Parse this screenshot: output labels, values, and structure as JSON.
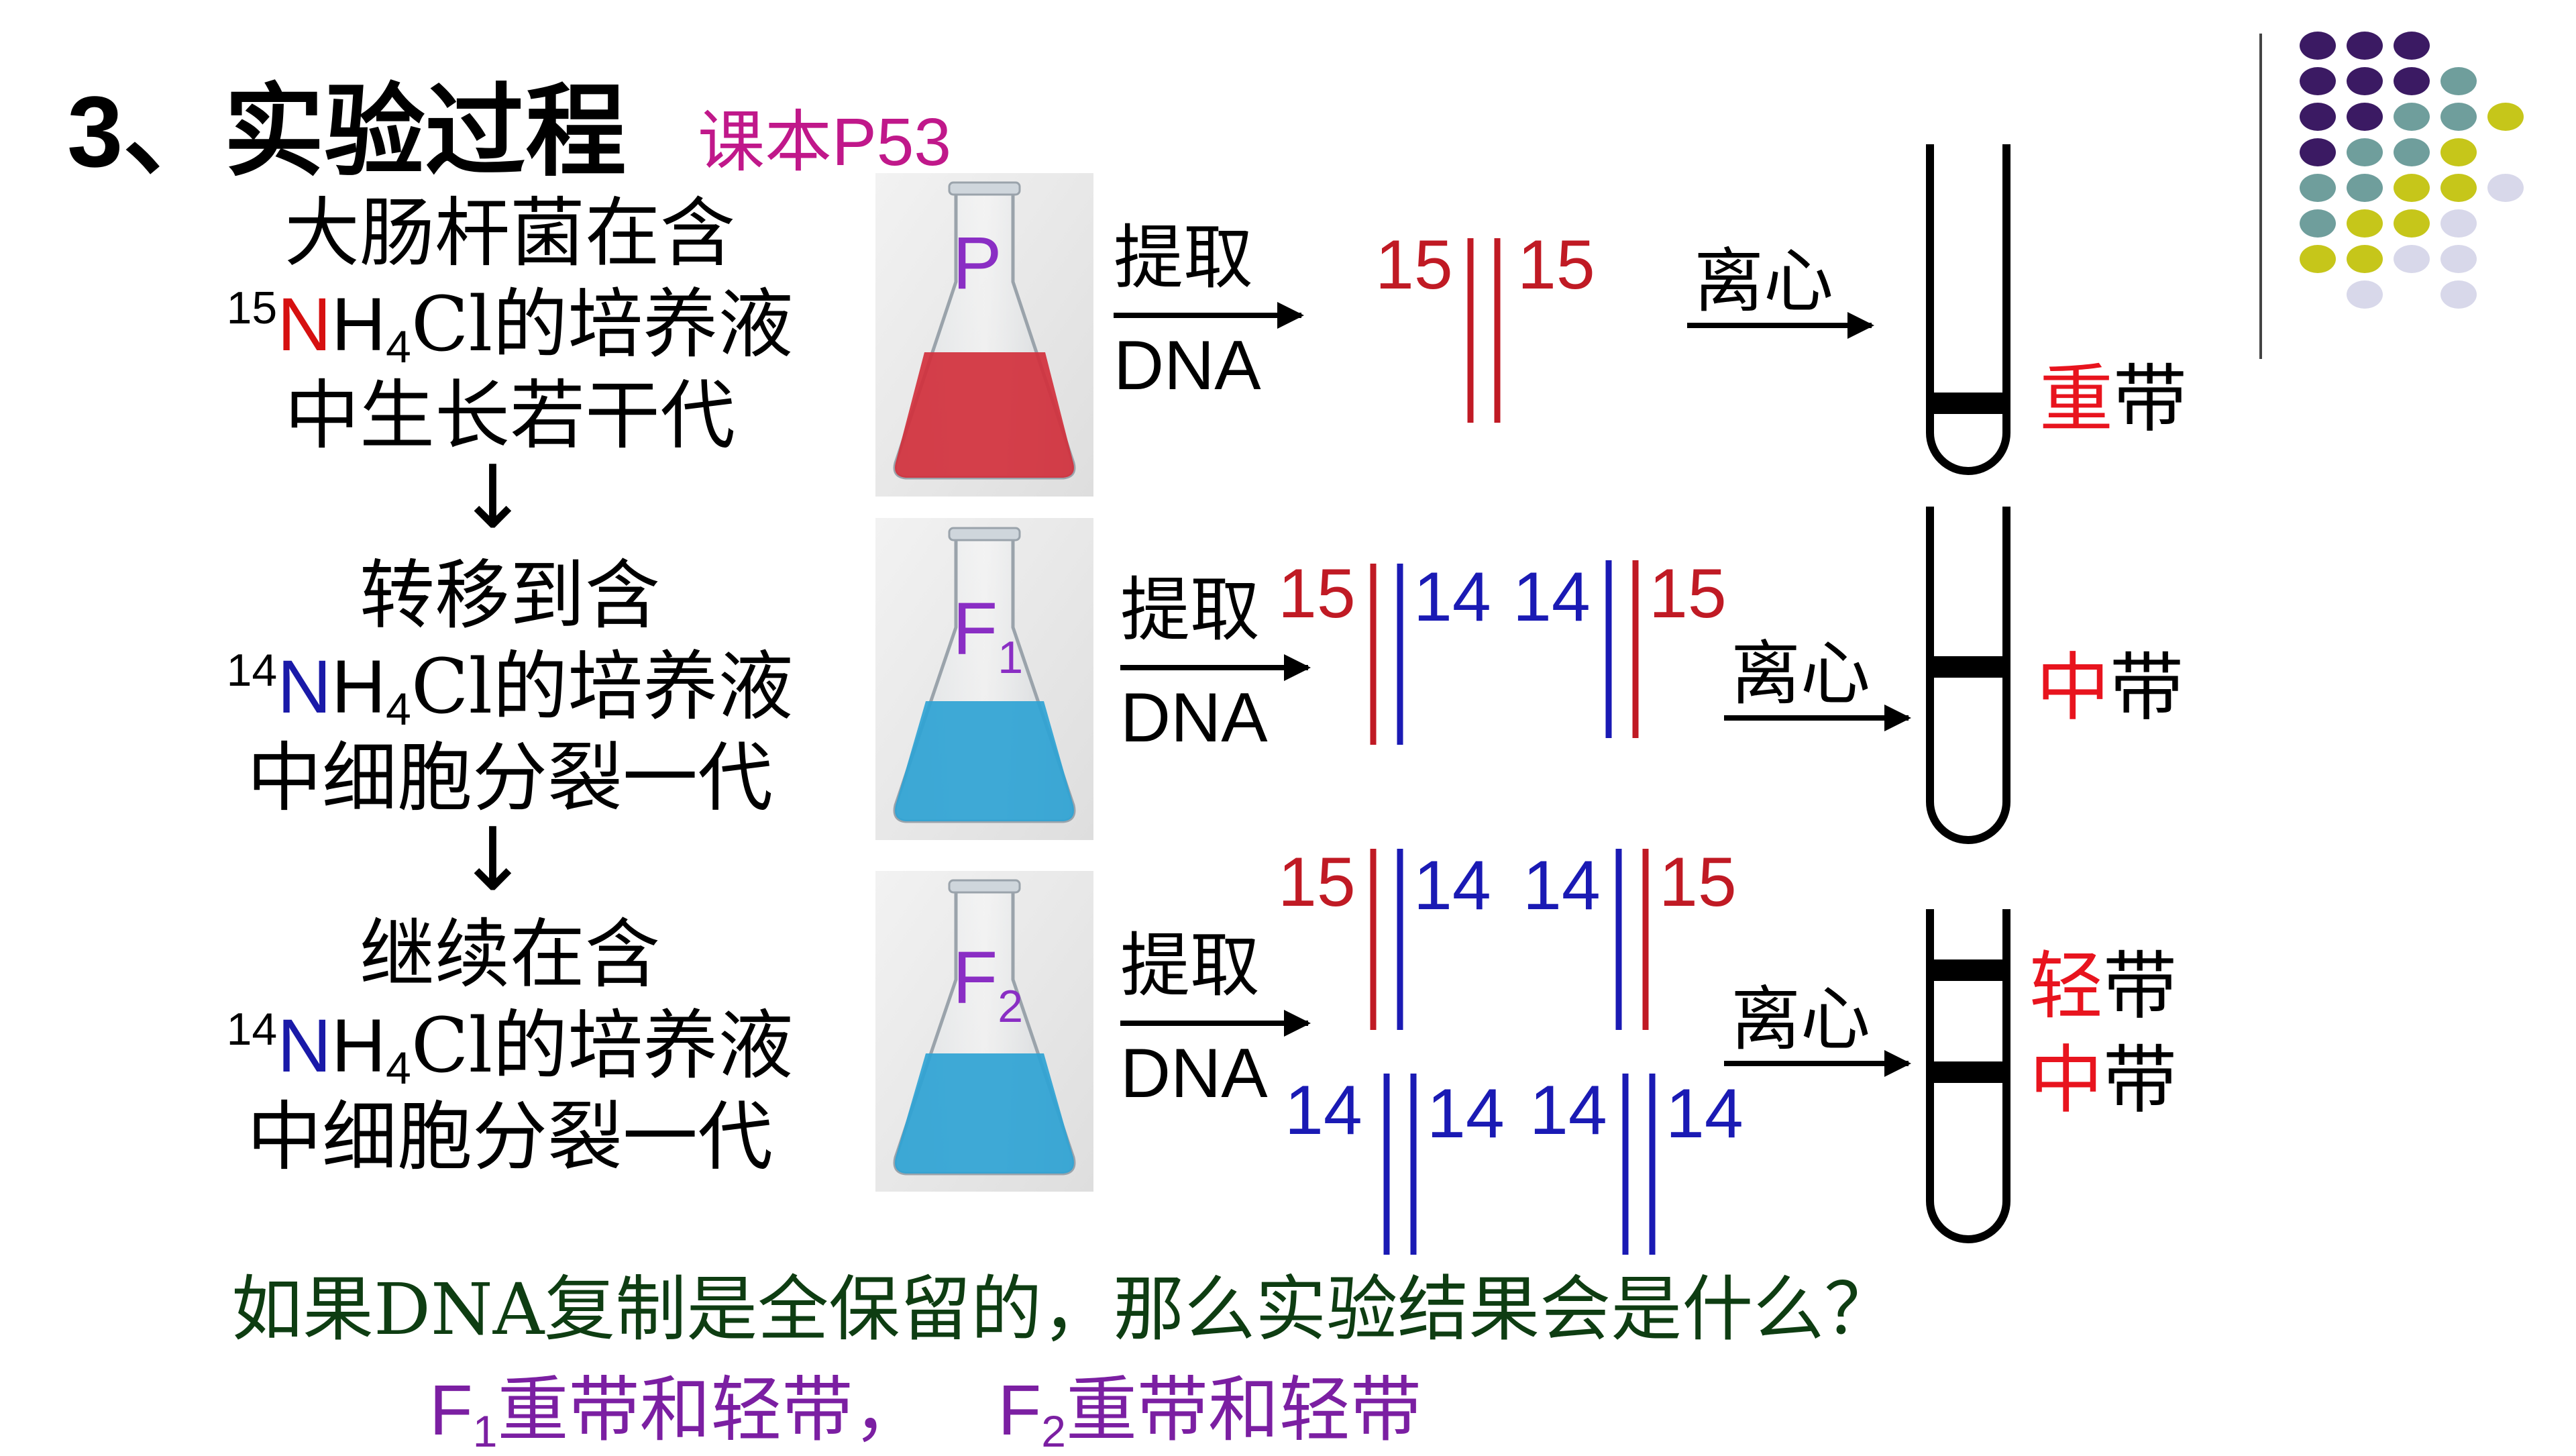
{
  "title": "3、实验过程",
  "textbook_ref": "课本P53",
  "steps": [
    {
      "line1": "大肠杆菌在含",
      "isotope": "15",
      "n": "N",
      "h": "H",
      "sub4": "4",
      "cl": "Cl的培养液",
      "line3": "中生长若干代",
      "color": "#d61010"
    },
    {
      "line1": "转移到含",
      "isotope": "14",
      "n": "N",
      "h": "H",
      "sub4": "4",
      "cl": "Cl的培养液",
      "line3": "中细胞分裂一代",
      "color": "#1a1aa8"
    },
    {
      "line1": "继续在含",
      "isotope": "14",
      "n": "N",
      "h": "H",
      "sub4": "4",
      "cl": "Cl的培养液",
      "line3": "中细胞分裂一代",
      "color": "#1a1aa8"
    }
  ],
  "flow_arrow": "↓",
  "flasks": [
    {
      "label": "P",
      "sub": "",
      "liquid": "#d1303c"
    },
    {
      "label": "F",
      "sub": "1",
      "liquid": "#2fa3d4"
    },
    {
      "label": "F",
      "sub": "2",
      "liquid": "#2fa3d4"
    }
  ],
  "extract_label": {
    "top": "提取",
    "bottom": "DNA"
  },
  "centrifuge_label": "离心",
  "dna": {
    "row1": [
      {
        "left": "15",
        "right": "15"
      }
    ],
    "row2": [
      {
        "left": "15",
        "right": "14"
      },
      {
        "left": "14",
        "right": "15"
      }
    ],
    "row3a": [
      {
        "left": "15",
        "right": "14"
      },
      {
        "left": "14",
        "right": "15"
      }
    ],
    "row3b": [
      {
        "left": "14",
        "right": "14"
      },
      {
        "left": "14",
        "right": "14"
      }
    ]
  },
  "bands": {
    "row1": {
      "hl": "重",
      "rest": "带"
    },
    "row2": {
      "hl": "中",
      "rest": "带"
    },
    "row3_top": {
      "hl": "轻",
      "rest": "带"
    },
    "row3_bottom": {
      "hl": "中",
      "rest": "带"
    }
  },
  "question": "如果DNA复制是全保留的，那么实验结果会是什么？",
  "answer": {
    "f": "F",
    "sub1": "1",
    "part1": "重带和轻带，",
    "sub2": "2",
    "part2": "重带和轻带"
  },
  "colors": {
    "n15": "#c01a24",
    "n14": "#1a1ab4",
    "accent_purple": "#8a2ec4",
    "band_red": "#e8141e"
  }
}
